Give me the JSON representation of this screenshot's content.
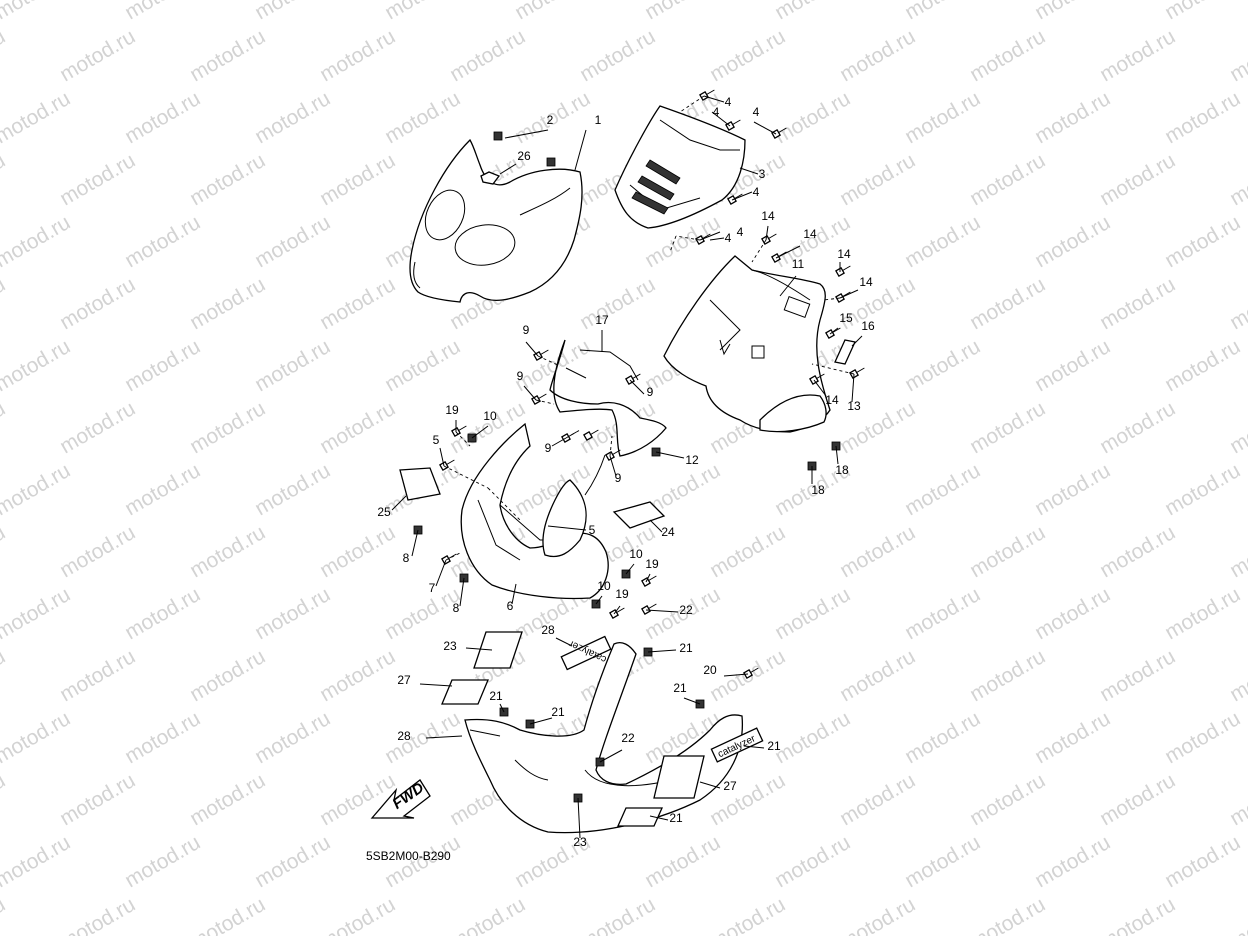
{
  "watermark": {
    "text": "motod.ru"
  },
  "diagram_code": "5SB2M00-B290",
  "direction_arrow_label": "FWD",
  "sticker_text": "catalyzer",
  "callouts": [
    "1",
    "2",
    "26",
    "3",
    "4",
    "4",
    "4",
    "4",
    "4",
    "4",
    "14",
    "14",
    "11",
    "14",
    "14",
    "15",
    "16",
    "13",
    "14",
    "17",
    "9",
    "9",
    "9",
    "9",
    "9",
    "19",
    "10",
    "5",
    "12",
    "18",
    "18",
    "25",
    "24",
    "8",
    "5",
    "10",
    "19",
    "7",
    "8",
    "6",
    "10",
    "19",
    "22",
    "23",
    "28",
    "21",
    "27",
    "21",
    "21",
    "21",
    "22",
    "20",
    "28",
    "21",
    "23",
    "27",
    "21"
  ]
}
